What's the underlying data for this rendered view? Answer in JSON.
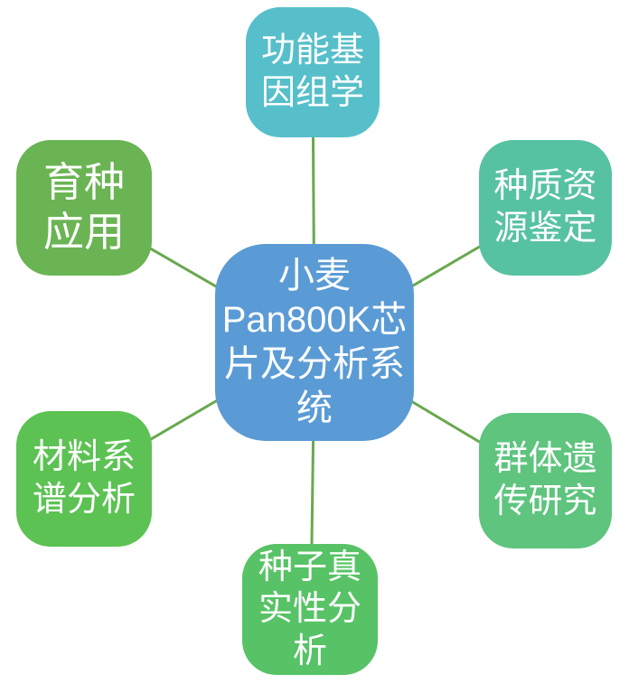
{
  "diagram": {
    "background_color": "#ffffff",
    "connector_color": "#6aa84f",
    "center": {
      "label": "小麦Pan800K芯片及分析系统",
      "color": "#5b9bd5",
      "text_color": "#ffffff"
    },
    "nodes": [
      {
        "id": "functional-genomics",
        "position": "top",
        "label": "功能基因组学",
        "color": "#56bfca"
      },
      {
        "id": "germplasm-identification",
        "position": "top-right",
        "label": "种质资源鉴定",
        "color": "#57c2a1"
      },
      {
        "id": "population-genetics",
        "position": "bottom-right",
        "label": "群体遗传研究",
        "color": "#5ec47e"
      },
      {
        "id": "seed-authenticity",
        "position": "bottom",
        "label": "种子真实性分析",
        "color": "#57c366"
      },
      {
        "id": "pedigree-analysis",
        "position": "bottom-left",
        "label": "材料系谱分析",
        "color": "#5cc253"
      },
      {
        "id": "breeding-application",
        "position": "top-left",
        "label": "育种应用",
        "color": "#6ab453"
      }
    ]
  }
}
